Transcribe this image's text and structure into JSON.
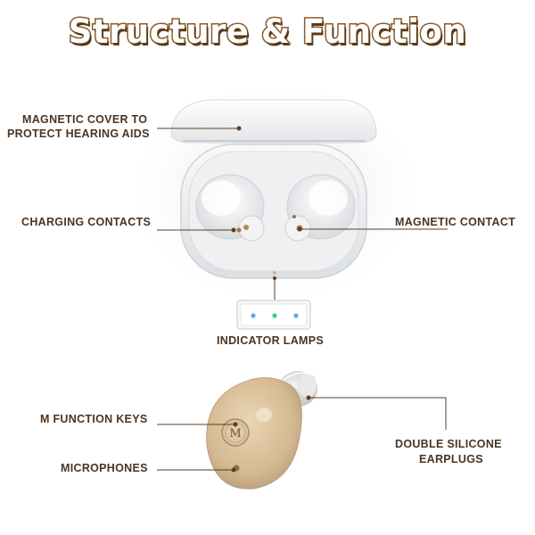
{
  "title": "Structure & Function",
  "labels": {
    "magnetic_cover_line1": "MAGNETIC COVER TO",
    "magnetic_cover_line2": "PROTECT HEARING AIDS",
    "charging_contacts": "CHARGING CONTACTS",
    "magnetic_contact": "MAGNETIC CONTACT",
    "indicator_lamps": "INDICATOR LAMPS",
    "m_function_keys": "M FUNCTION KEYS",
    "microphones": "MICROPHONES",
    "double_silicone_line1": "DOUBLE SILICONE",
    "double_silicone_line2": "EARPLUGS"
  },
  "colors": {
    "title_fill": "#ffffff",
    "title_outline": "#8a5a2b",
    "label_text": "#4a3422",
    "leader_line": "#5a3d24",
    "case_white": "#f4f5f6",
    "hearing_aid_beige": "#d9c29f",
    "indicator_blue": "#5aa8ff",
    "indicator_green": "#3ad07a"
  },
  "button_glyph": "M"
}
